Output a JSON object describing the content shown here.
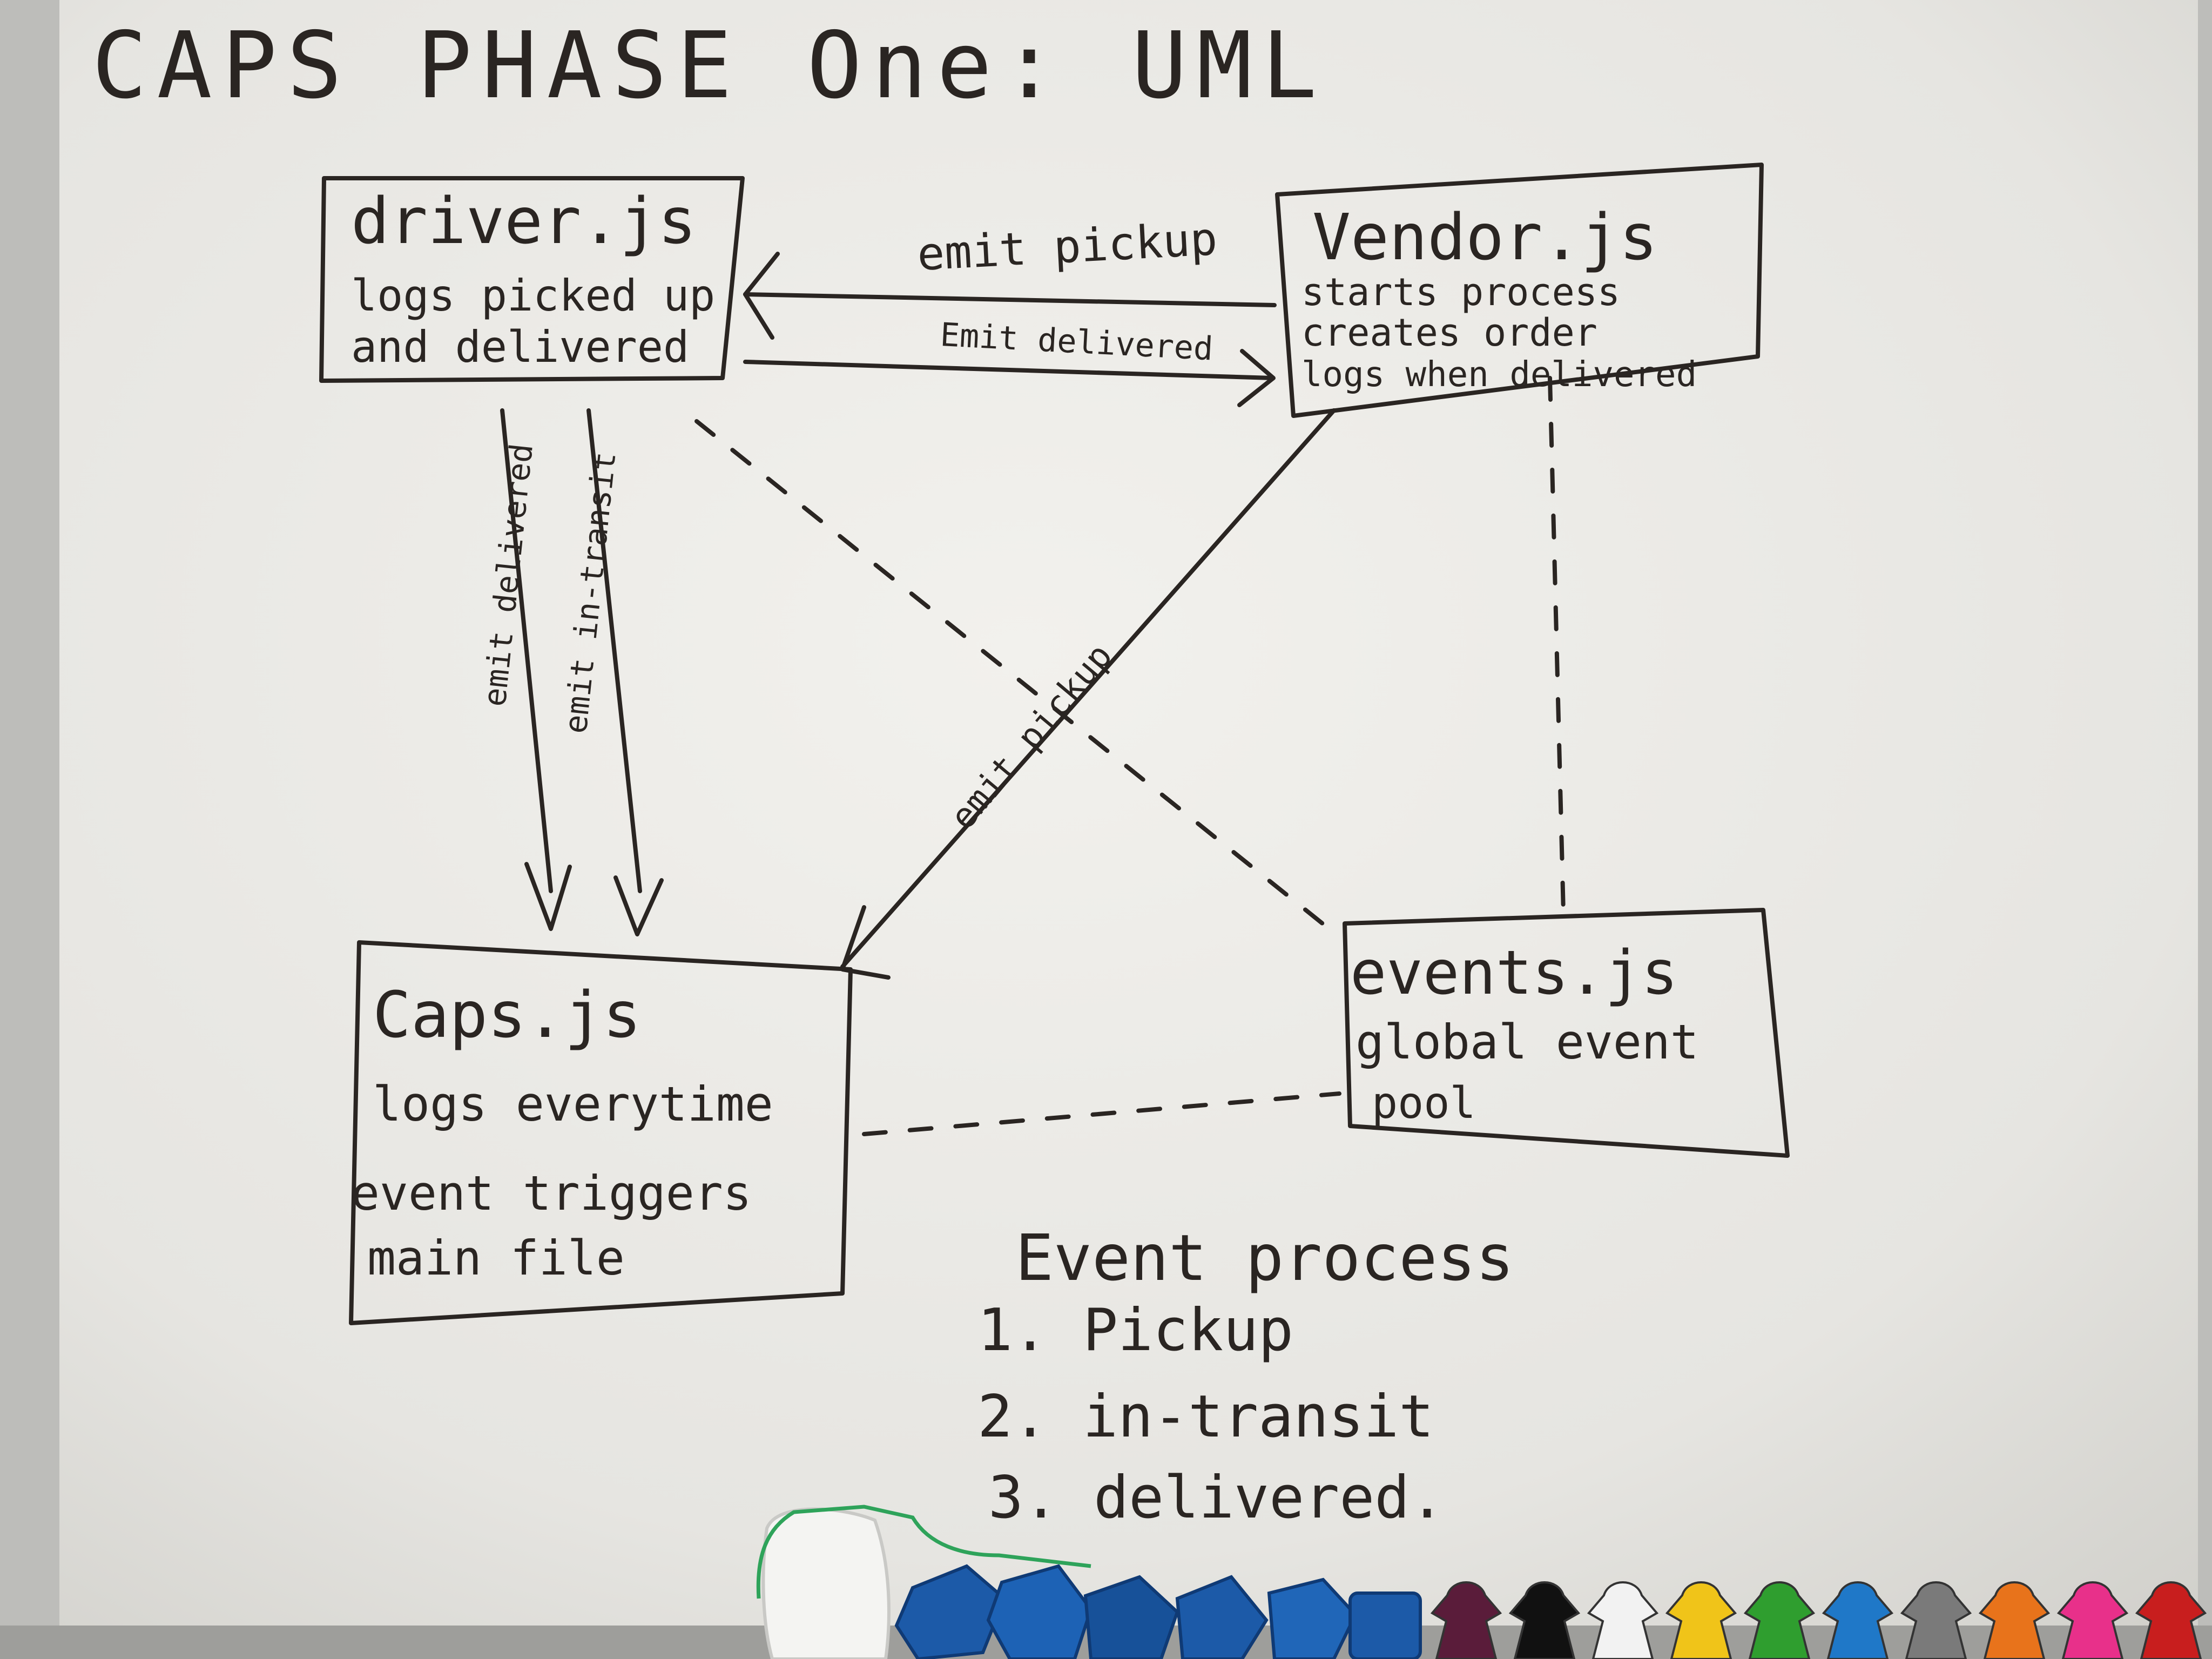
{
  "title": "CAPS PHASE One: UML",
  "nodes": {
    "driver": {
      "name": "driver.js",
      "lines": [
        "logs picked up",
        "and delivered"
      ]
    },
    "vendor": {
      "name": "Vendor.js",
      "lines": [
        "starts process",
        "creates order",
        "logs when delivered"
      ]
    },
    "caps": {
      "name": "Caps.js",
      "lines": [
        "logs everytime",
        "event triggers",
        "main file"
      ]
    },
    "events": {
      "name": "events.js",
      "lines": [
        "global event",
        "pool"
      ]
    }
  },
  "edges": {
    "vendor_to_driver": "emit pickup",
    "driver_to_vendor": "Emit delivered",
    "driver_to_caps_delivered": "emit delivered",
    "driver_to_caps_transit": "emit in-transit",
    "vendor_to_caps": "emit pickup"
  },
  "process": {
    "heading": "Event process",
    "steps": [
      "1. Pickup",
      "2. in-transit",
      "3. delivered."
    ]
  },
  "colors": {
    "ink": "#2a2522",
    "board": "#e9e8e4",
    "frame": "#b9b9b6",
    "tray_marker": "#2ea35a",
    "dice_blue": "#1c5aa8",
    "meeple_colors": [
      "#5a1c3a",
      "#111111",
      "#f2f2f2",
      "#f0c419",
      "#2f9e2f",
      "#1f78c8",
      "#7a7a7a",
      "#e8731b",
      "#e8308a",
      "#c81e1e"
    ]
  }
}
